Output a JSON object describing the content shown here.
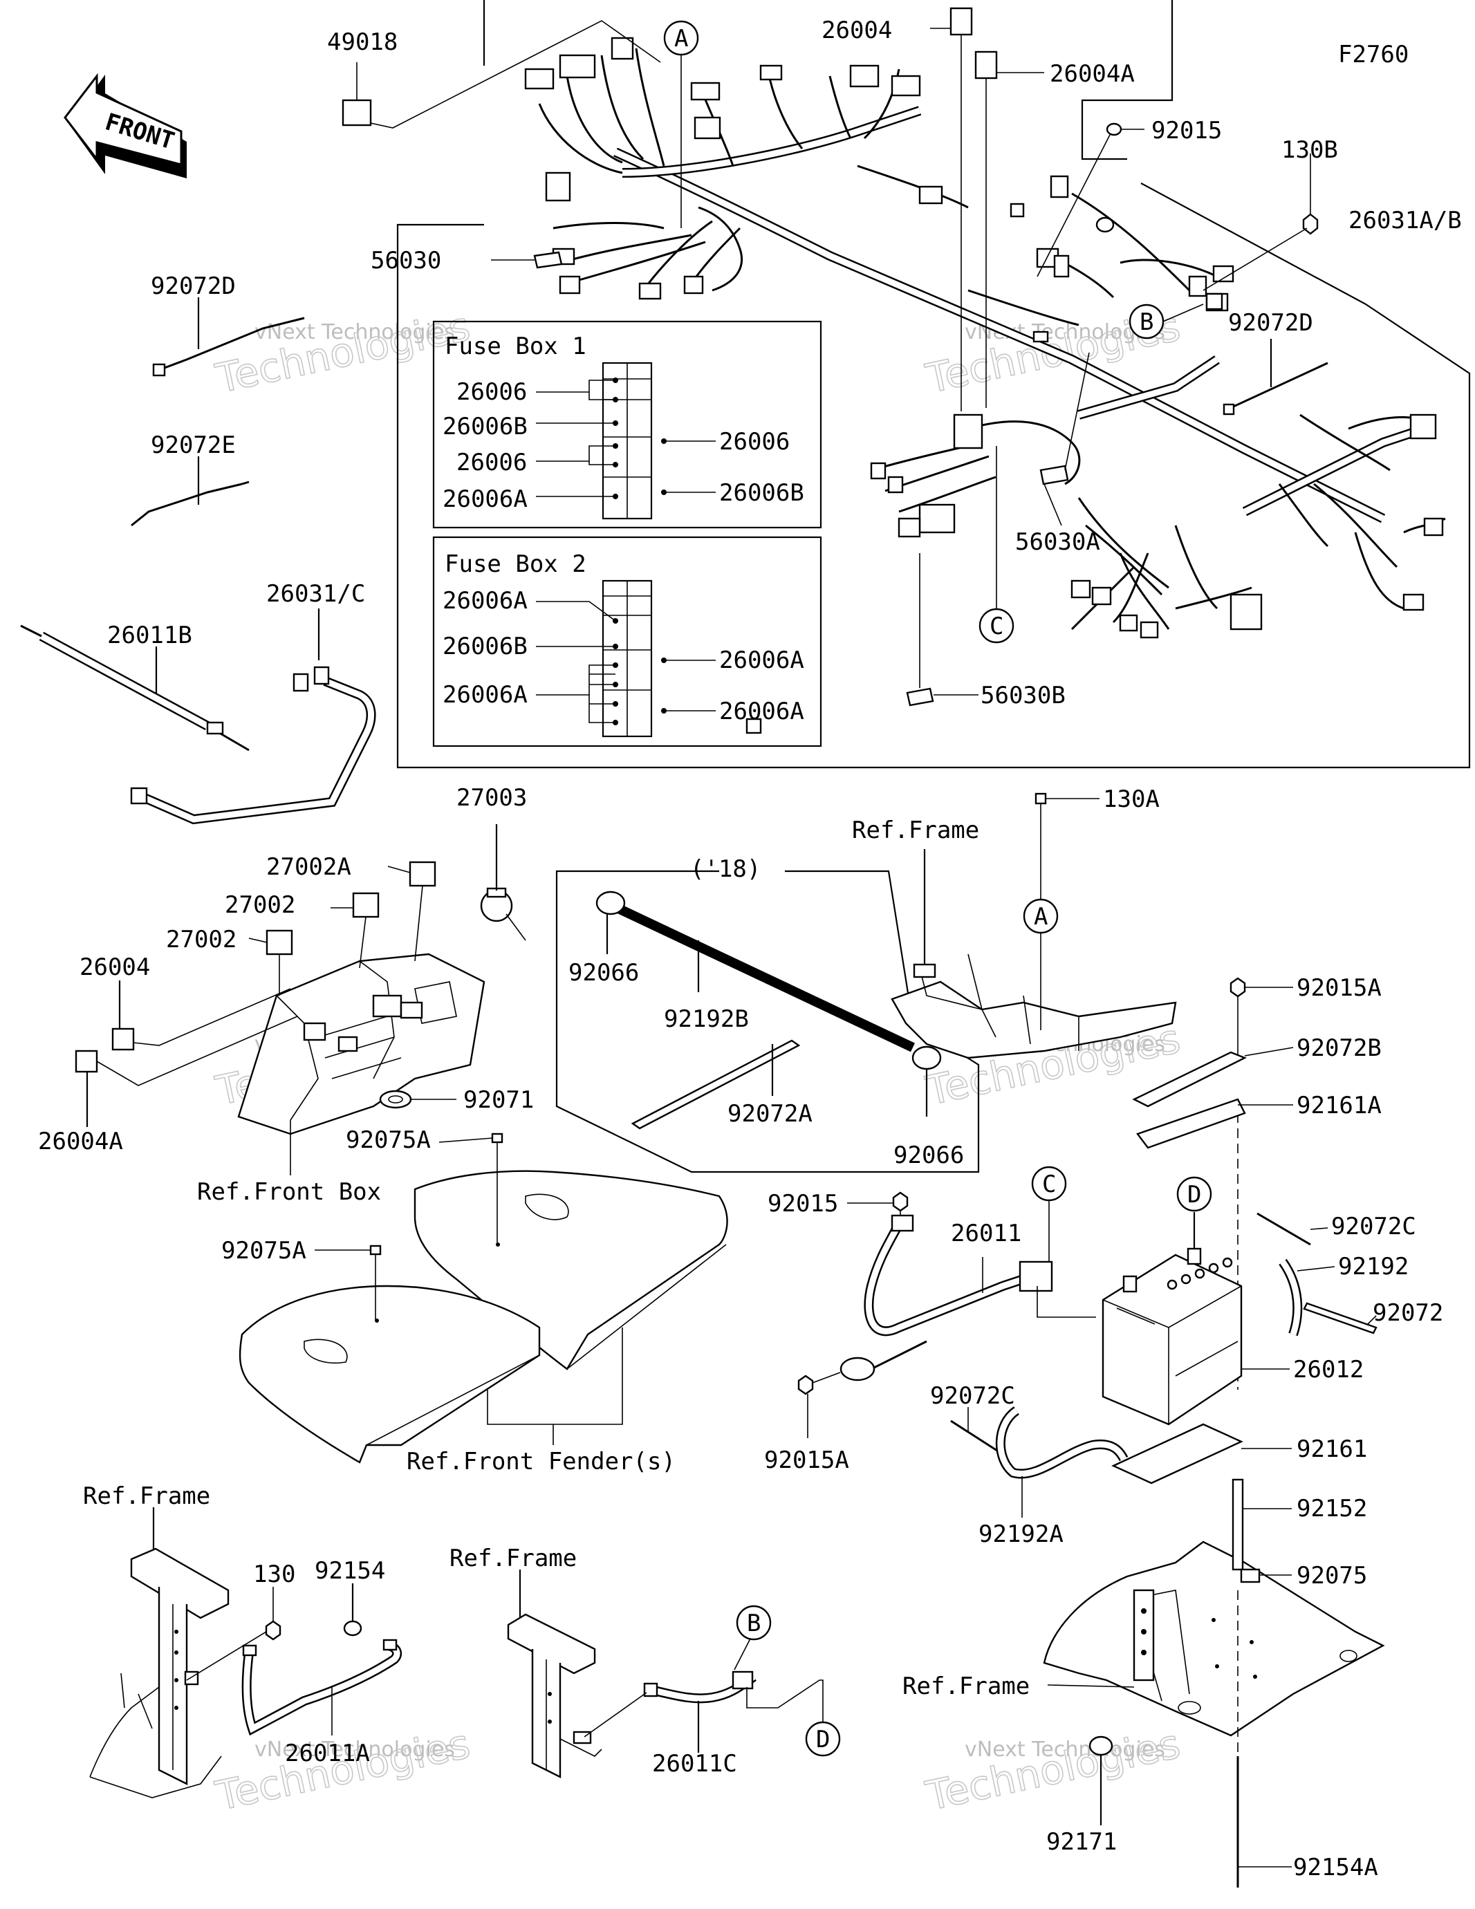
{
  "diagram": {
    "code": "F2760",
    "front_label": "FRONT",
    "watermark": "vNext Technologies",
    "watermark_big": "Technologies",
    "fuse_box_1": {
      "title": "Fuse Box 1",
      "left": [
        "26006",
        "26006B",
        "26006",
        "26006A"
      ],
      "right": [
        "26006",
        "26006B"
      ]
    },
    "fuse_box_2": {
      "title": "Fuse Box 2",
      "left": [
        "26006A",
        "26006B",
        "26006A"
      ],
      "right": [
        "26006A",
        "26006A"
      ]
    },
    "year_note": "('18)",
    "callouts": [
      "A",
      "B",
      "C",
      "D"
    ],
    "labels": {
      "p49018": "49018",
      "p26004_top": "26004",
      "p26004A_top": "26004A",
      "p92015_top": "92015",
      "p130B": "130B",
      "p26031AB": "26031A/B",
      "p56030": "56030",
      "p92072D_left": "92072D",
      "p92072D_right": "92072D",
      "p92072E": "92072E",
      "p56030A": "56030A",
      "p56030B": "56030B",
      "p26031C": "26031/C",
      "p26011B": "26011B",
      "p27003": "27003",
      "p27002A": "27002A",
      "p27002_1": "27002",
      "p27002_2": "27002",
      "p26004_left": "26004",
      "p26004A_left": "26004A",
      "p92071": "92071",
      "ref_front_box": "Ref.Front Box",
      "p92075A_1": "92075A",
      "p92075A_2": "92075A",
      "ref_front_fenders": "Ref.Front Fender(s)",
      "p92066_1": "92066",
      "p92192B": "92192B",
      "p92072A": "92072A",
      "p92066_2": "92066",
      "p130A": "130A",
      "ref_frame_top": "Ref.Frame",
      "p92015A_top": "92015A",
      "p92072B": "92072B",
      "p92161A": "92161A",
      "p92015_mid": "92015",
      "p26011": "26011",
      "p92072C_right": "92072C",
      "p92192": "92192",
      "p92072": "92072",
      "p26012": "26012",
      "p92072C_left": "92072C",
      "p92015A_mid": "92015A",
      "p92161": "92161",
      "p92192A": "92192A",
      "p92152": "92152",
      "p92075": "92075",
      "ref_frame_bl": "Ref.Frame",
      "p130": "130",
      "p92154": "92154",
      "p26011A": "26011A",
      "ref_frame_bm": "Ref.Frame",
      "p26011C": "26011C",
      "ref_frame_br": "Ref.Frame",
      "p92171": "92171",
      "p92154A": "92154A"
    }
  }
}
